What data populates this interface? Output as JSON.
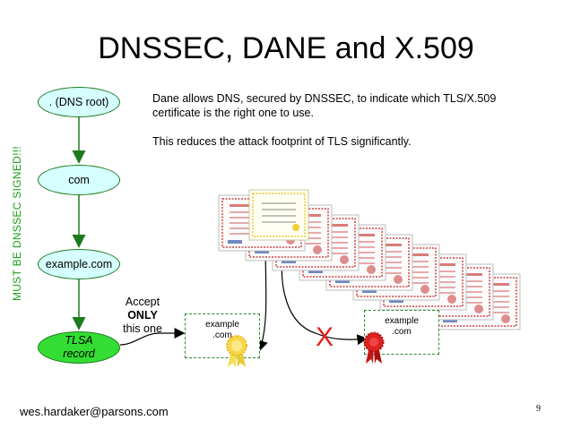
{
  "title": "DNSSEC, DANE and X.509",
  "description": {
    "line1": "Dane allows DNS, secured by DNSSEC, to indicate which TLS/X.509 certificate is the right one to use.",
    "line2": "This reduces the attack footprint of TLS significantly."
  },
  "side_label": "MUST BE DNSSEC SIGNED!!!",
  "chain": {
    "root": ". (DNS root)",
    "tld": "com",
    "domain": "example.com",
    "tlsa_line1": "TLSA",
    "tlsa_line2": "record"
  },
  "accept": {
    "line1": "Accept",
    "line2": "ONLY",
    "line3": "this one"
  },
  "cert_good": {
    "line1": "example",
    "line2": ".com"
  },
  "cert_bad": {
    "line1": "example",
    "line2": ".com"
  },
  "reject_mark": "X",
  "footer": "wes.hardaker@parsons.com",
  "page_number": "9",
  "colors": {
    "node_fill": "#d6ffff",
    "tlsa_fill": "#33dd33",
    "arrow_green": "#1e7a1e",
    "label_green": "#19a019",
    "reject_red": "#e02020",
    "cert_red": "#cc4444"
  }
}
